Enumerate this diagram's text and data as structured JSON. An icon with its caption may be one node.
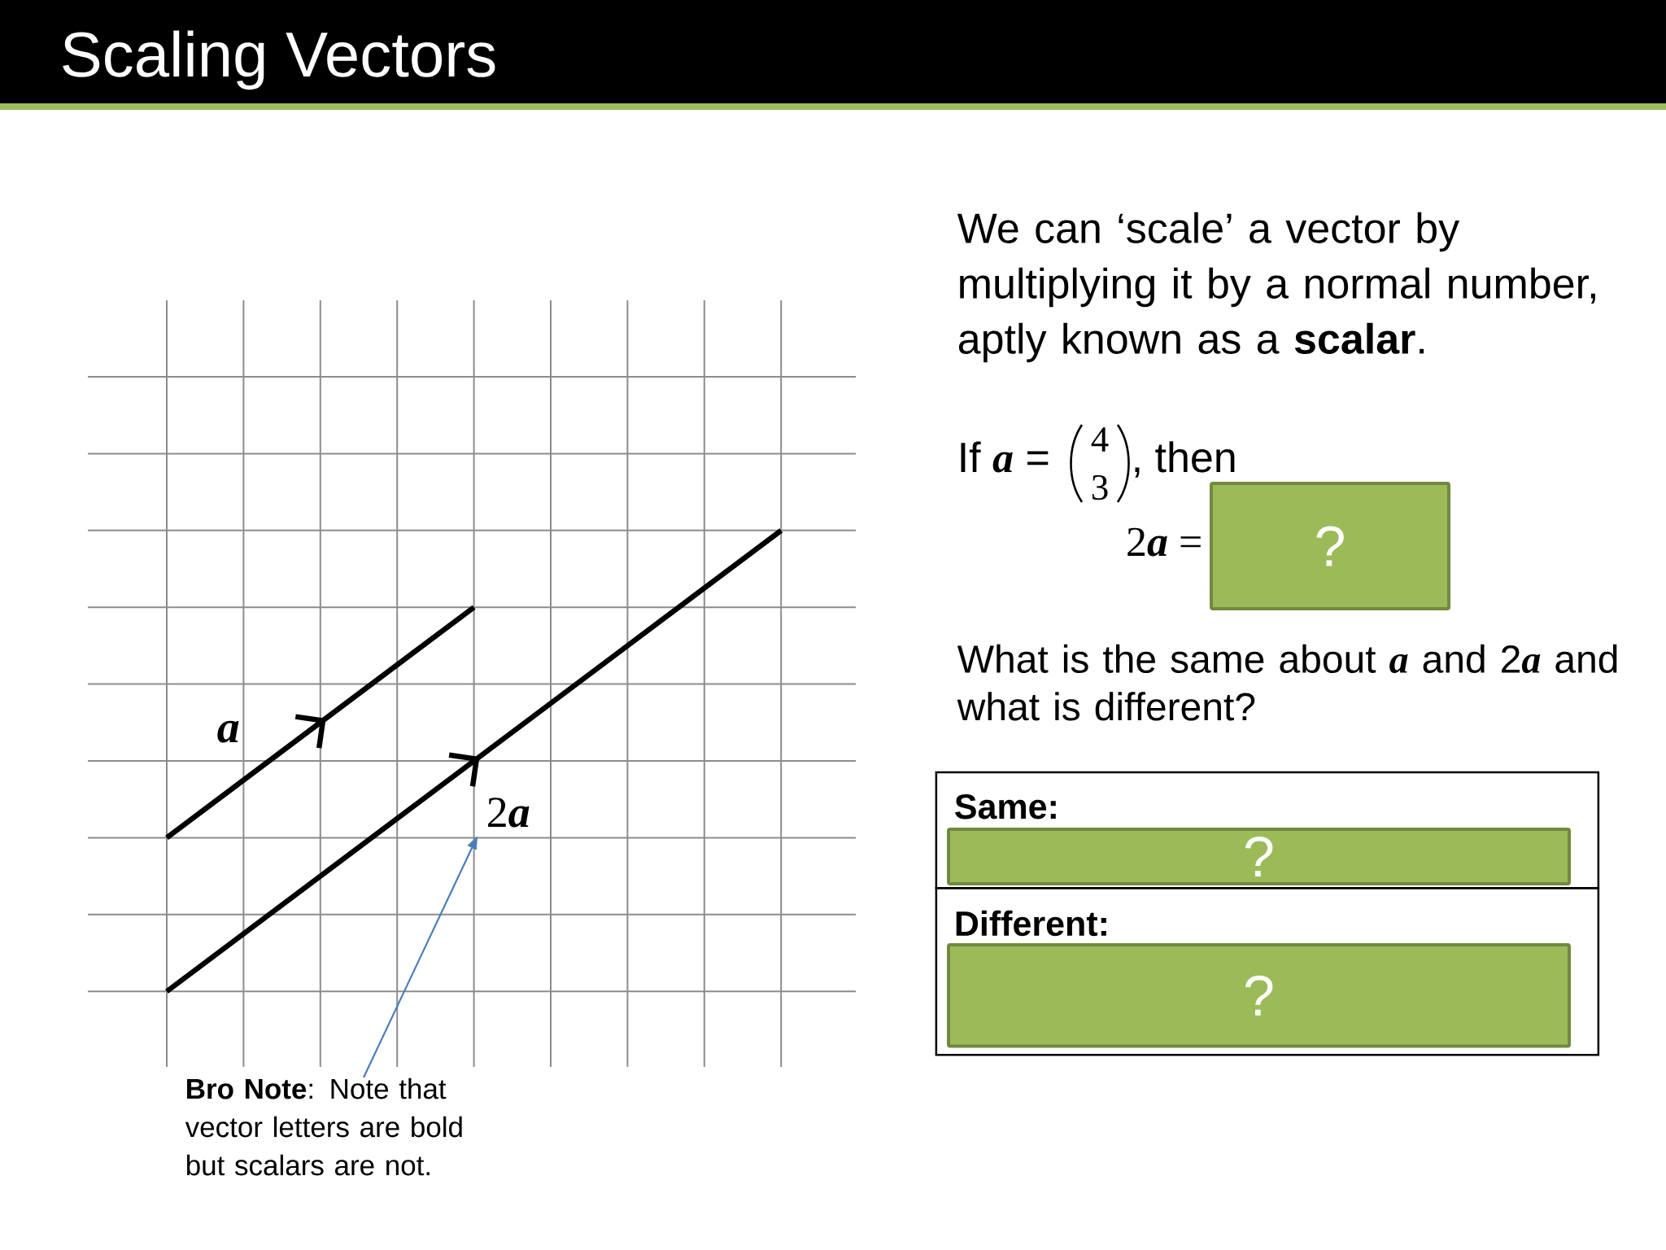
{
  "diagram": {
    "title": "Scaling Vectors",
    "nodes": [
      {
        "text": [
          "2**a**"
        ]
      },
      {
        "text": [
          "**Bro Note**: Note that vector letters are bold but scalars are not."
        ]
      },
      {
        "text": [
          "?"
        ],
        "beside": [
          "2**a** ="
        ]
      },
      {
        "text": [
          "Same:"
        ]
      },
      {
        "text": [
          "?"
        ],
        "in": 3
      },
      {
        "text": [
          "Different:"
        ]
      },
      {
        "text": [
          "?"
        ],
        "in": 5
      }
    ],
    "edges": [
      {
        "from": 1,
        "to": 0,
        "arrow": "to",
        "color": "#4a7ebb"
      }
    ],
    "labels": [
      "a",
      "We can ‘scale’ a vector by multiplying it by a normal number, aptly known as a **scalar**.",
      "If **a** =",
      "4",
      "3",
      ", then",
      "What is the same about **a** and 2**a** and what is different?"
    ]
  }
}
